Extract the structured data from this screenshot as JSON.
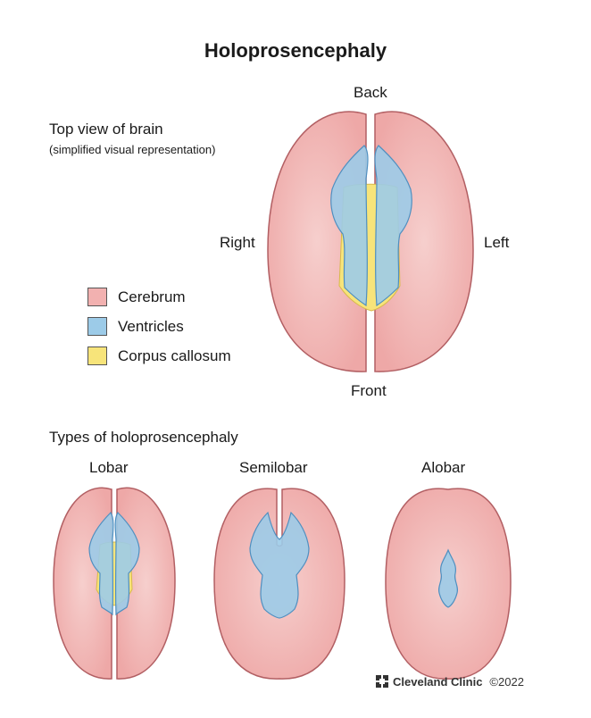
{
  "title": "Holoprosencephaly",
  "top_view": {
    "heading": "Top view of brain",
    "note": "(simplified visual representation)",
    "directions": {
      "back": "Back",
      "front": "Front",
      "right": "Right",
      "left": "Left"
    }
  },
  "legend": [
    {
      "label": "Cerebrum",
      "color": "#f2b1b0"
    },
    {
      "label": "Ventricles",
      "color": "#9ccbe8"
    },
    {
      "label": "Corpus callosum",
      "color": "#f7e47a"
    }
  ],
  "types": {
    "heading": "Types of holoprosencephaly",
    "items": [
      {
        "label": "Lobar"
      },
      {
        "label": "Semilobar"
      },
      {
        "label": "Alobar"
      }
    ]
  },
  "credit": {
    "brand": "Cleveland Clinic",
    "year": "©2022"
  },
  "colors": {
    "cerebrum": "#eea8a7",
    "cerebrum_light": "#f6cfcd",
    "outline": "#b25f63",
    "ventricles": "#9ccbe8",
    "ventricles_outline": "#4f8fc0",
    "corpus": "#f7e47a"
  }
}
